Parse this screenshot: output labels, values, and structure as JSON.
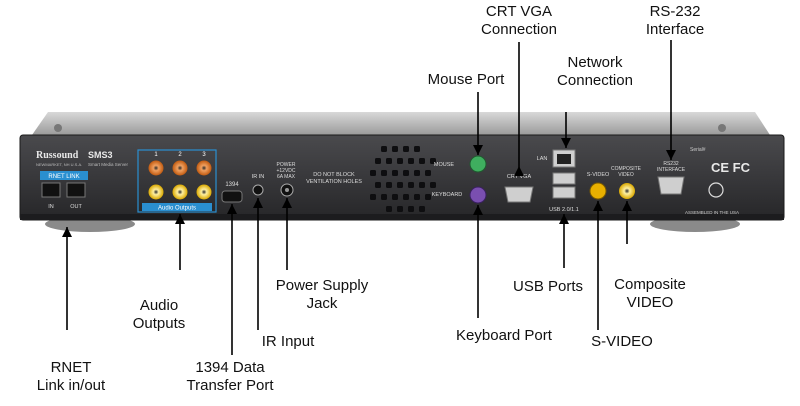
{
  "device": {
    "brand": "Russound",
    "brand_sub": "NEWMARKET, NH U.S.A.",
    "model": "SMS3",
    "model_sub": "Smart Media Server",
    "serial_label": "Serial#",
    "assembled": "ASSEMBLED IN THE USA",
    "rnet_label": "RNET LINK",
    "rnet_in": "IN",
    "rnet_out": "OUT",
    "audio_channels": [
      "1",
      "2",
      "3"
    ],
    "audio_outputs_label": "Audio Outputs",
    "port_1394": "1394",
    "ir_in": "IR IN",
    "power_text": [
      "POWER",
      "+12VDC",
      "6A MAX"
    ],
    "vent_text": [
      "DO NOT BLOCK",
      "VENTILATION HOLES"
    ],
    "mouse_label": "MOUSE",
    "keyboard_label": "KEYBOARD",
    "crt_vga_label": "CRT VGA",
    "lan_label": "LAN",
    "usb_label": "USB 2.0/1.1",
    "svideo_label": "S-VIDEO",
    "composite_label": [
      "COMPOSITE",
      "VIDEO"
    ],
    "rs232_label": [
      "RS232",
      "INTERFACE"
    ],
    "ce_mark": "CE FC"
  },
  "callouts": {
    "crt_vga": [
      "CRT VGA",
      "Connection"
    ],
    "rs232": [
      "RS-232",
      "Interface"
    ],
    "network": [
      "Network",
      "Connection"
    ],
    "mouse": [
      "Mouse Port"
    ],
    "audio": [
      "Audio",
      "Outputs"
    ],
    "power": [
      "Power Supply",
      "Jack"
    ],
    "usb": [
      "USB Ports"
    ],
    "composite": [
      "Composite",
      "VIDEO"
    ],
    "ir": [
      "IR Input"
    ],
    "keyboard": [
      "Keyboard Port"
    ],
    "svideo": [
      "S-VIDEO"
    ],
    "rnet": [
      "RNET",
      "Link in/out"
    ],
    "p1394": [
      "1394 Data",
      "Transfer Port"
    ]
  },
  "colors": {
    "chassis": "#3a3a3c",
    "chassis_edge": "#1e1e20",
    "label_blue": "#2a8fd0",
    "audio_orange": "#e07a2a",
    "audio_yellow": "#f2c400",
    "mouse_green": "#3fae5f",
    "keyboard_purple": "#7a4fb0"
  }
}
